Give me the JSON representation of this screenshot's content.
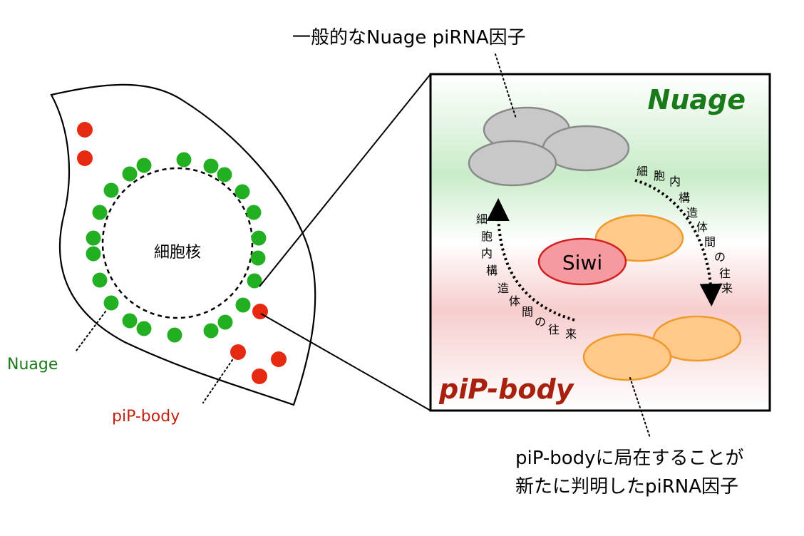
{
  "labels": {
    "nucleus": "細胞核",
    "nuage_left": "Nuage",
    "pipbody_left": "piP-body",
    "top_caption": "一般的なNuage piRNA因子",
    "nuage_region": "Nuage",
    "pipbody_region": "piP-body",
    "siwi": "Siwi",
    "bottom_caption_line1": "piP-bodyに局在することが",
    "bottom_caption_line2": "新たに判明したpiRNA因子",
    "transit_text": "細胞内構造体間の往来"
  },
  "colors": {
    "nuage_green": "#1a7a1a",
    "granule_green": "#22b022",
    "pipbody_red": "#b02010",
    "granule_red": "#e62a12",
    "grey_fill": "#c8c8c8",
    "orange_fill": "#ffc98a",
    "orange_stroke": "#ee9a2c",
    "siwi_fill": "#f59aa0",
    "siwi_stroke": "#d02020"
  }
}
